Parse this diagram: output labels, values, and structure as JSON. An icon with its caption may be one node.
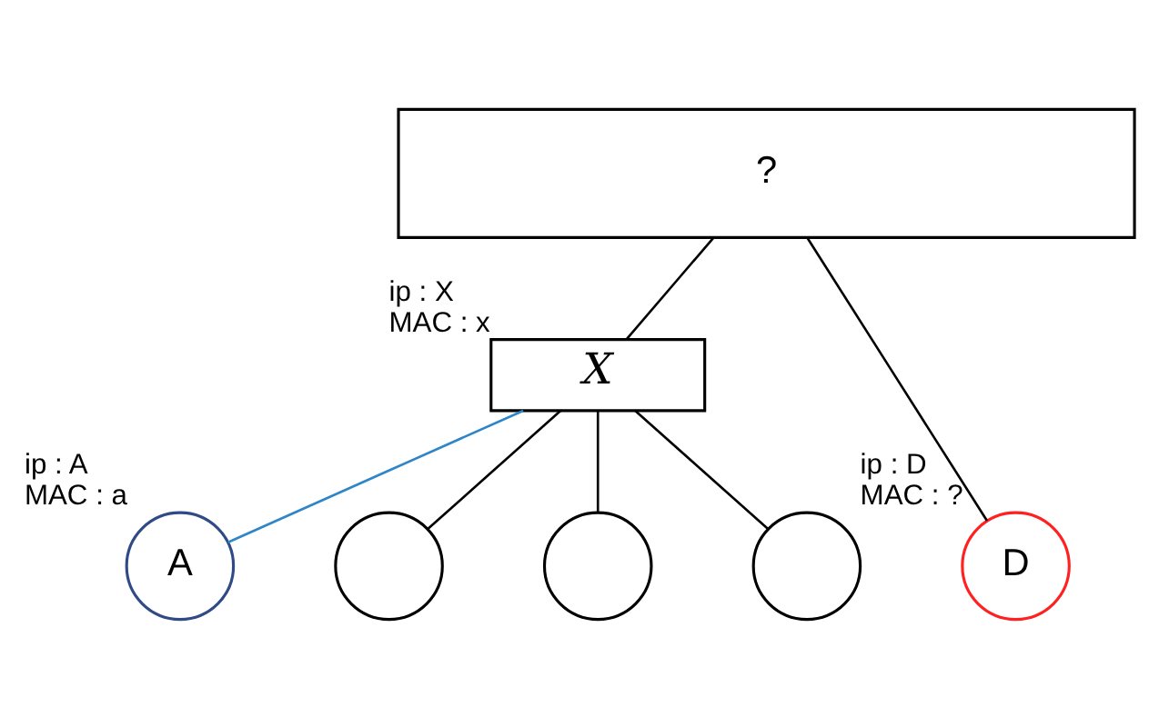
{
  "diagram": {
    "nodes": [
      {
        "text": [
          "?"
        ]
      },
      {
        "text": [
          "X"
        ],
        "beside": [
          "ip : X",
          "MAC : x"
        ]
      },
      {
        "text": [
          "A"
        ],
        "beside": [
          "ip : A",
          "MAC : a"
        ]
      },
      {
        "text": [],
        "shape": "circle"
      },
      {
        "text": [],
        "shape": "circle"
      },
      {
        "text": [],
        "shape": "circle"
      },
      {
        "text": [
          "D"
        ],
        "beside": [
          "ip : D",
          "MAC : ?"
        ]
      }
    ],
    "edges": [
      {
        "from": 0,
        "to": 1,
        "arrow": "none"
      },
      {
        "from": 0,
        "to": 6,
        "arrow": "none"
      },
      {
        "from": 1,
        "to": 2,
        "arrow": "none",
        "color": "#2e86c8"
      },
      {
        "from": 1,
        "to": 3,
        "arrow": "none"
      },
      {
        "from": 1,
        "to": 4,
        "arrow": "none"
      },
      {
        "from": 1,
        "to": 5,
        "arrow": "none"
      }
    ]
  }
}
